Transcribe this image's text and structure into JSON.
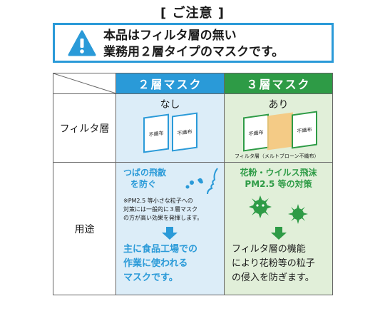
{
  "heading": "[ ご注意 ]",
  "notice": {
    "line1": "本品はフィルタ層の無い",
    "line2": "業務用２層タイプのマスクです。"
  },
  "table": {
    "col_2layer": "２層マスク",
    "col_3layer": "３層マスク",
    "row_filter": "フィルタ層",
    "row_use": "用途",
    "filter_2layer": "なし",
    "filter_3layer": "あり",
    "sheet_label": "不織布",
    "filter_caption": "フィルタ層（メルトブローン不織布）",
    "use_2layer": {
      "title1": "つばの飛散",
      "title2": "を防ぐ",
      "note1": "※PM2.5 等小さな粒子への",
      "note2": "対策には一般的に３層マスク",
      "note3": "の方が高い効果を発揮します。",
      "bottom1": "主に食品工場での",
      "bottom2": "作業に使われる",
      "bottom3": "マスクです。"
    },
    "use_3layer": {
      "title1": "花粉・ウイルス飛沫",
      "title2": "PM2.5 等の対策",
      "bottom1": "フィルタ層の機能",
      "bottom2": "により花粉等の粒子",
      "bottom3": "の侵入を防ぎます。"
    }
  },
  "colors": {
    "blue": "#2a9ad8",
    "green": "#2e9b46",
    "filter": "#f6c77c"
  }
}
